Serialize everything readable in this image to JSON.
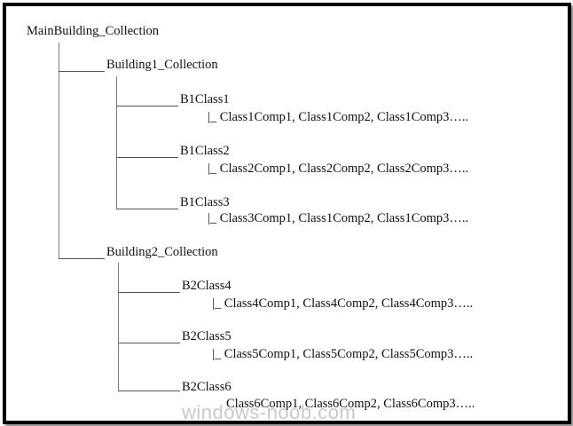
{
  "tree": {
    "root": "MainBuilding_Collection",
    "collections": [
      {
        "name": "Building1_Collection",
        "classes": [
          {
            "name": "B1Class1",
            "components": "|_ Class1Comp1, Class1Comp2, Class1Comp3….."
          },
          {
            "name": "B1Class2",
            "components": "|_ Class2Comp1, Class2Comp2, Class2Comp3….."
          },
          {
            "name": "B1Class3",
            "components": "|_ Class3Comp1, Class1Comp2, Class1Comp3….."
          }
        ]
      },
      {
        "name": "Building2_Collection",
        "classes": [
          {
            "name": "B2Class4",
            "components": "|_ Class4Comp1, Class4Comp2, Class4Comp3….."
          },
          {
            "name": "B2Class5",
            "components": "|_ Class5Comp1, Class5Comp2, Class5Comp3….."
          },
          {
            "name": "B2Class6",
            "components": "Class6Comp1, Class6Comp2, Class6Comp3….."
          }
        ]
      }
    ]
  },
  "watermark": "windows-noob.com"
}
